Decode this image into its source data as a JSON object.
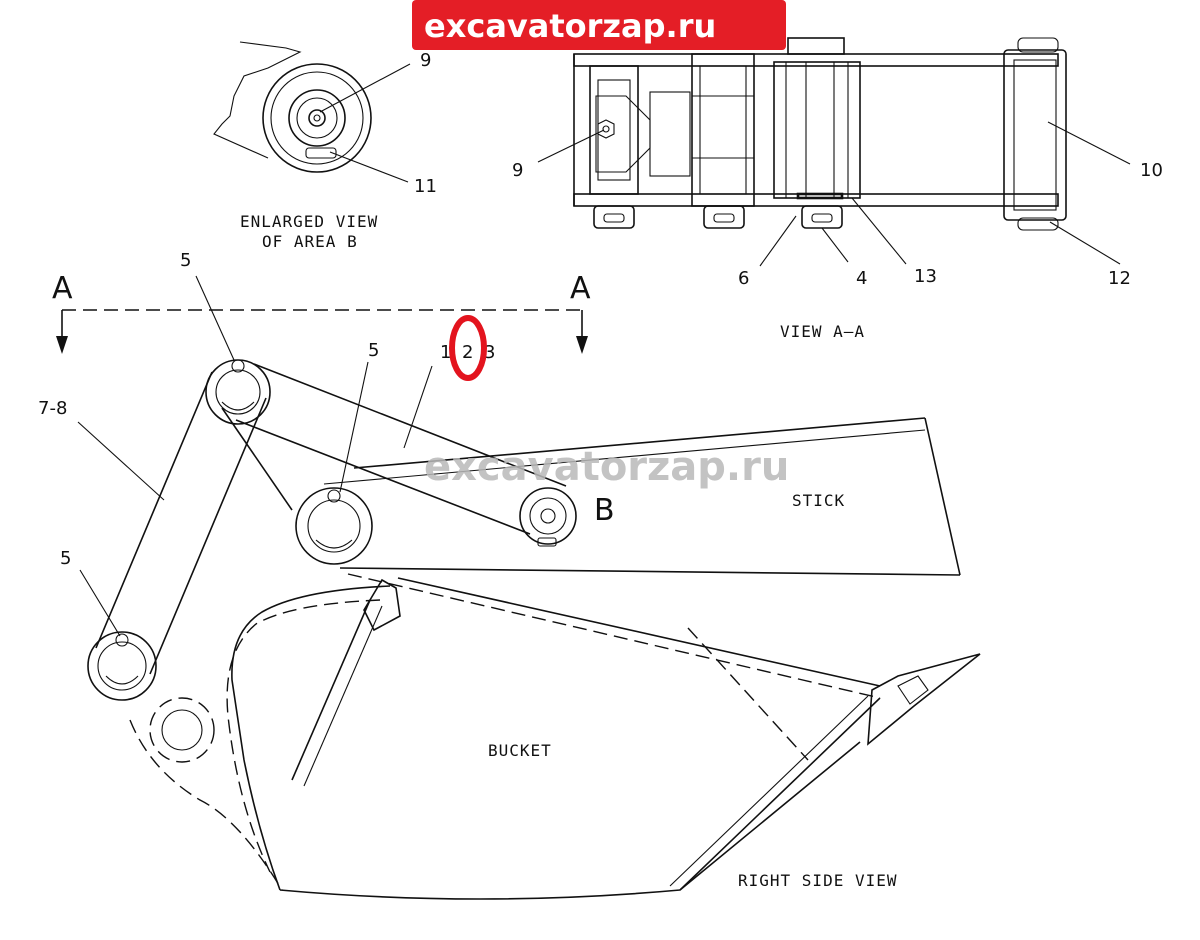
{
  "watermark": {
    "top_text": "excavatorzap.ru",
    "center_text": "excavatorzap.ru",
    "badge_color": "#e41e26"
  },
  "highlight_color": "#e3141e",
  "enlarged_view": {
    "caption_line1": "ENLARGED VIEW",
    "caption_line2": "OF AREA B",
    "callouts": [
      "9",
      "11"
    ]
  },
  "view_aa": {
    "caption": "VIEW A–A",
    "callouts": [
      "9",
      "10",
      "6",
      "4",
      "13",
      "12"
    ]
  },
  "section_marks": {
    "left": "A",
    "right": "A"
  },
  "side_view": {
    "caption": "RIGHT SIDE VIEW",
    "stick_label": "STICK",
    "bucket_label": "BUCKET",
    "area_label": "B",
    "callouts": {
      "part_5_top": "5",
      "part_5_mid": "5",
      "part_5_low": "5",
      "part_7_8": "7-8",
      "link_1": "1",
      "link_2": "2",
      "link_3": "3"
    }
  }
}
